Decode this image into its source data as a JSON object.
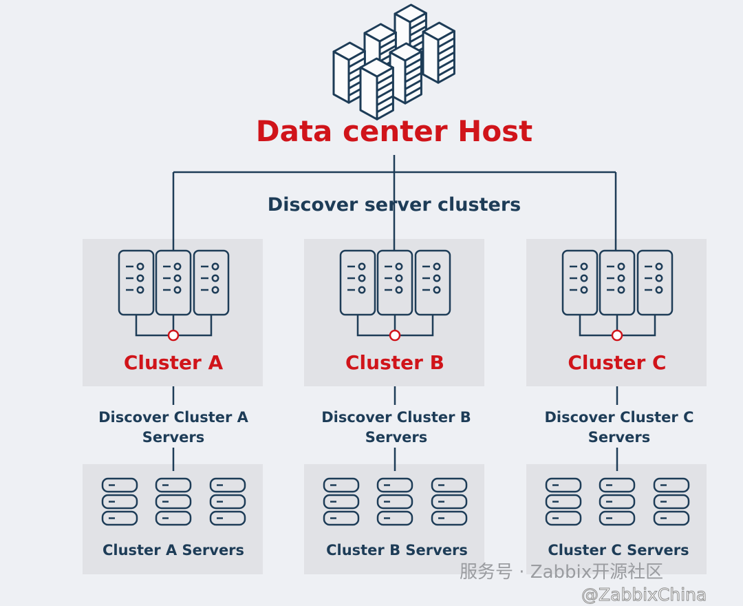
{
  "title": "Data center Host",
  "subtitle": "Discover server clusters",
  "colors": {
    "background": "#eef0f4",
    "panel": "#e1e2e6",
    "navy": "#1d3c57",
    "accent": "#d0141a"
  },
  "top_icon": "datacenter-servers-icon",
  "clusters": [
    {
      "name": "Cluster A",
      "discover_line1": "Discover Cluster A",
      "discover_line2": "Servers",
      "servers_label": "Cluster A Servers"
    },
    {
      "name": "Cluster B",
      "discover_line1": "Discover Cluster B",
      "discover_line2": "Servers",
      "servers_label": "Cluster B Servers"
    },
    {
      "name": "Cluster C",
      "discover_line1": "Discover Cluster C",
      "discover_line2": "Servers",
      "servers_label": "Cluster C Servers"
    }
  ],
  "watermark": {
    "text": "服务号 · Zabbix开源社区",
    "handle": "@ZabbixChina"
  }
}
